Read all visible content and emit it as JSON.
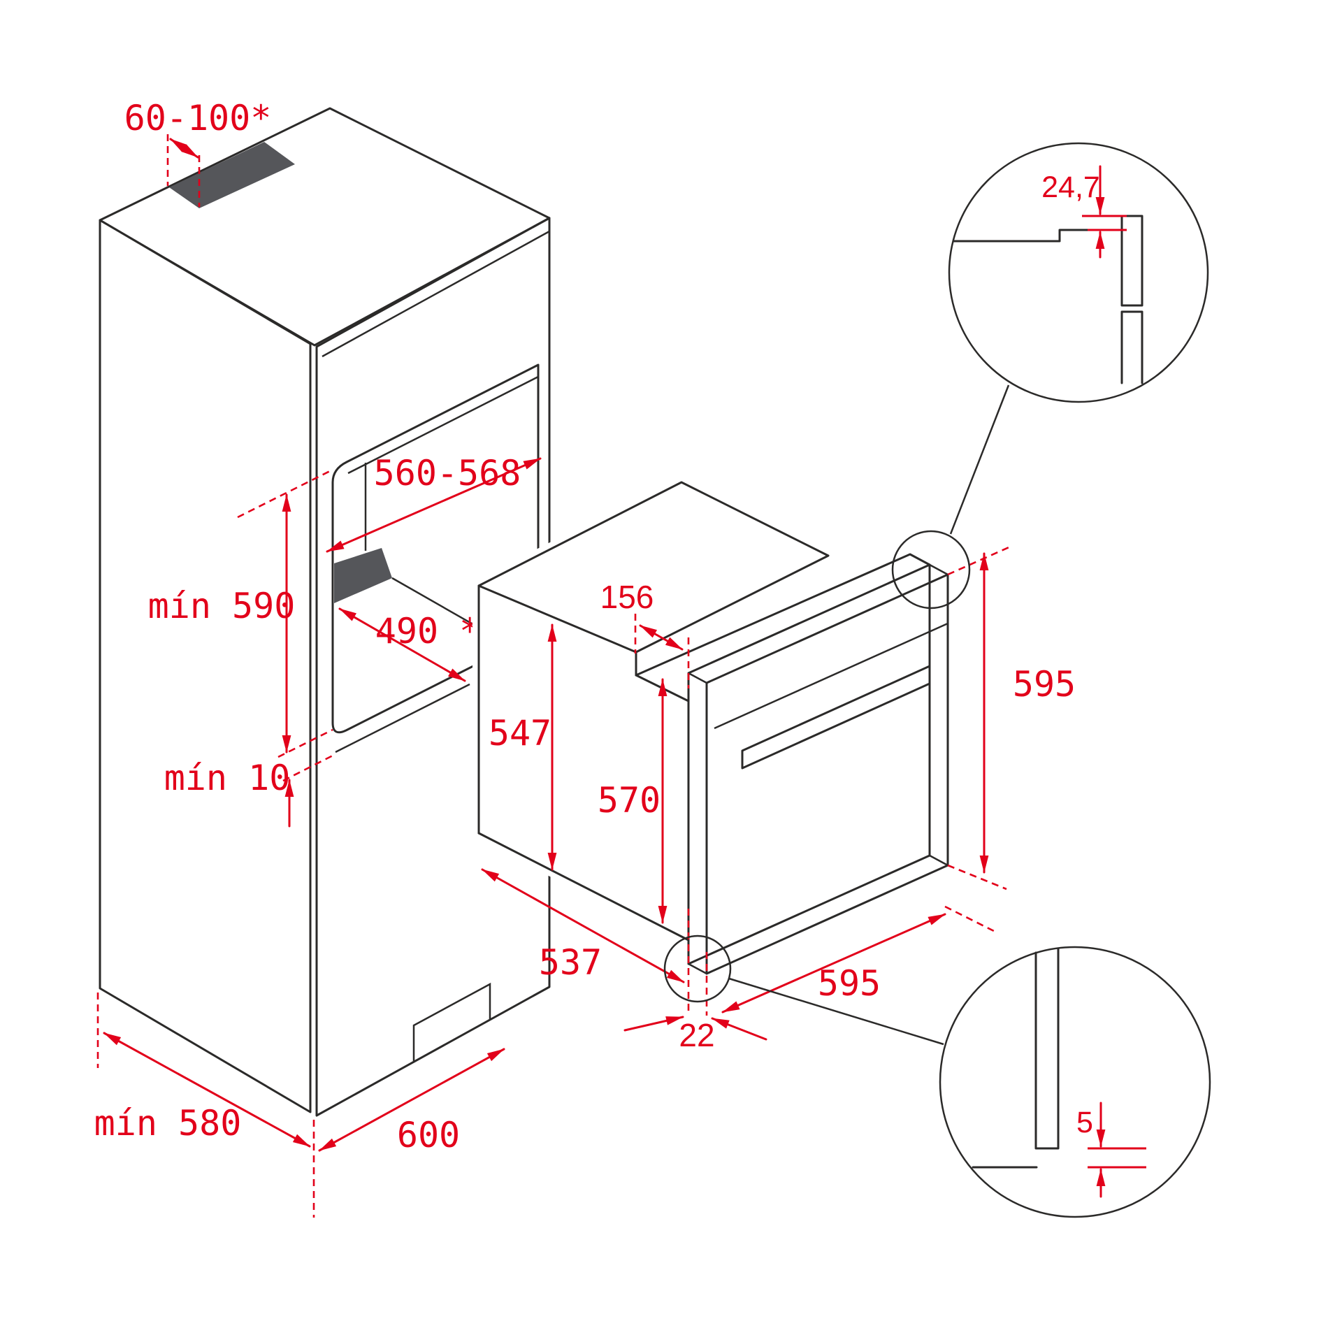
{
  "meta": {
    "type": "installation-dimension-diagram",
    "subject": "built-in oven in tall cabinet column",
    "units": "mm"
  },
  "colors": {
    "line": "#2b2a29",
    "accent": "#e2001a",
    "shade": "#55565a",
    "background": "#ffffff"
  },
  "cabinet": {
    "vent_slot_label": "60-100*",
    "niche_width_label": "560-568",
    "niche_height_label": "mín 590",
    "shelf_depth_label": "490 *",
    "bottom_gap_label": "mín 10",
    "depth_label": "mín 580",
    "width_label": "600"
  },
  "oven": {
    "top_recess_label": "156",
    "body_height_label": "547",
    "door_height_label": "570",
    "body_depth_label": "537",
    "frame_thickness_label": "22",
    "height_label": "595",
    "width_label": "595"
  },
  "details": {
    "top": {
      "label": "24,7"
    },
    "bottom": {
      "label": "5"
    }
  }
}
